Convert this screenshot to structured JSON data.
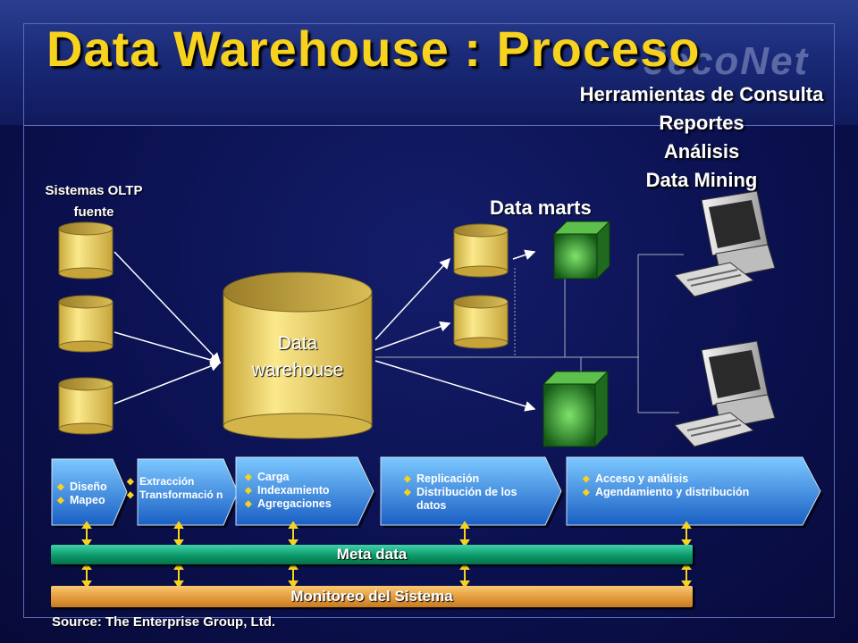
{
  "title": "Data Warehouse : Proceso",
  "logo_text": "JecoNet",
  "tools": [
    "Herramientas de Consulta",
    "Reportes",
    "Análisis",
    "Data Mining"
  ],
  "oltp_label": [
    "Sistemas OLTP",
    "fuente"
  ],
  "data_marts_label": "Data marts",
  "warehouse_label": [
    "Data",
    "warehouse"
  ],
  "process_steps": [
    {
      "items": [
        "Diseño",
        "Mapeo"
      ]
    },
    {
      "items": [
        "Extracción",
        "Transformació n"
      ]
    },
    {
      "items": [
        "Carga",
        "Indexamiento",
        "Agregaciones"
      ]
    },
    {
      "items": [
        "Replicación",
        "Distribución de los datos"
      ]
    },
    {
      "items": [
        "Acceso y análisis",
        "Agendamiento y distribución"
      ]
    }
  ],
  "meta_data_label": "Meta data",
  "monitor_label": "Monitoreo del Sistema",
  "source": "Source:  The Enterprise Group, Ltd.",
  "colors": {
    "title": "#f7d21e",
    "cylinder": "#f3dc73",
    "cube": "#3f9a3a",
    "meta": "#0c9a6a",
    "monitor": "#e39a3c",
    "arrow": "#5aa8ee"
  }
}
